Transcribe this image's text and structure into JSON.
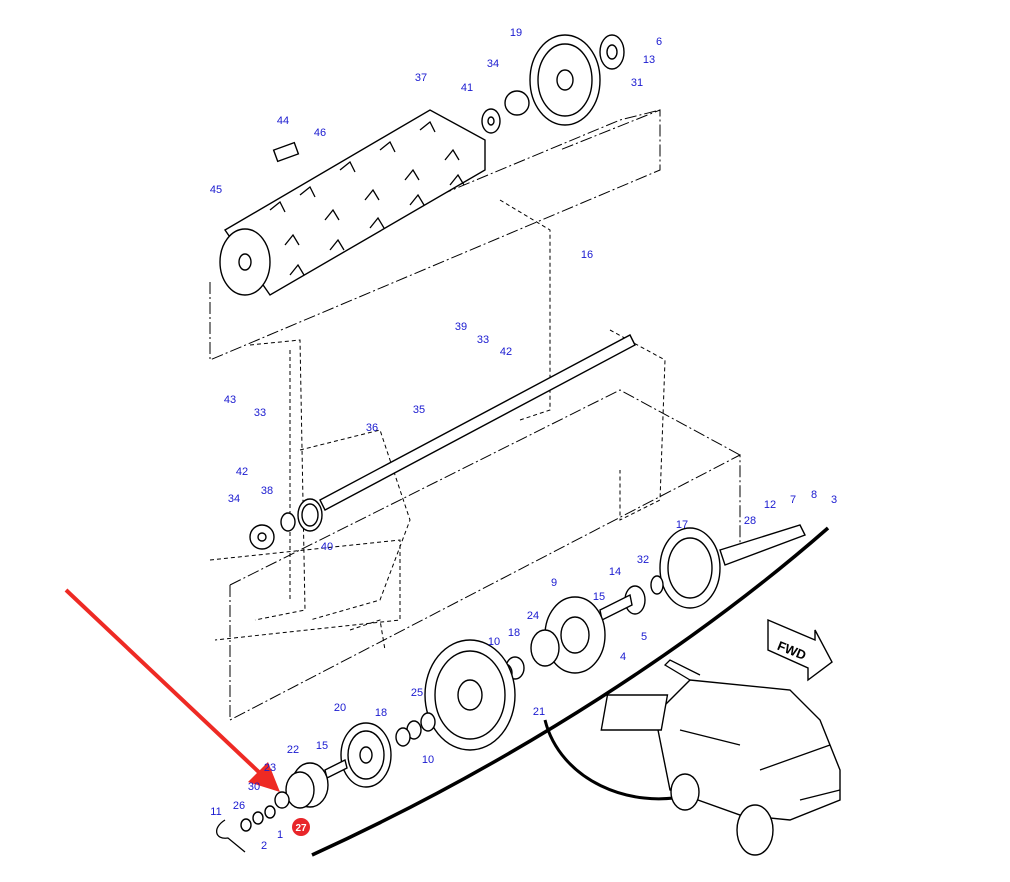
{
  "diagram": {
    "title": "Threshing rotor drive exploded parts diagram",
    "colors": {
      "callout": "#1a1ad0",
      "highlight": "#e8262a",
      "arrow": "#ee2a24"
    },
    "direction_sign": "FWD",
    "highlighted_part": "27",
    "callouts": [
      "19",
      "6",
      "13",
      "31",
      "34",
      "41",
      "37",
      "44",
      "46",
      "45",
      "16",
      "39",
      "33",
      "42",
      "43",
      "33",
      "42",
      "36",
      "35",
      "34",
      "38",
      "40",
      "12",
      "7",
      "8",
      "3",
      "28",
      "17",
      "32",
      "14",
      "9",
      "15",
      "5",
      "4",
      "24",
      "18",
      "10",
      "25",
      "21",
      "20",
      "18",
      "10",
      "22",
      "15",
      "23",
      "30",
      "11",
      "26",
      "1",
      "2"
    ]
  }
}
